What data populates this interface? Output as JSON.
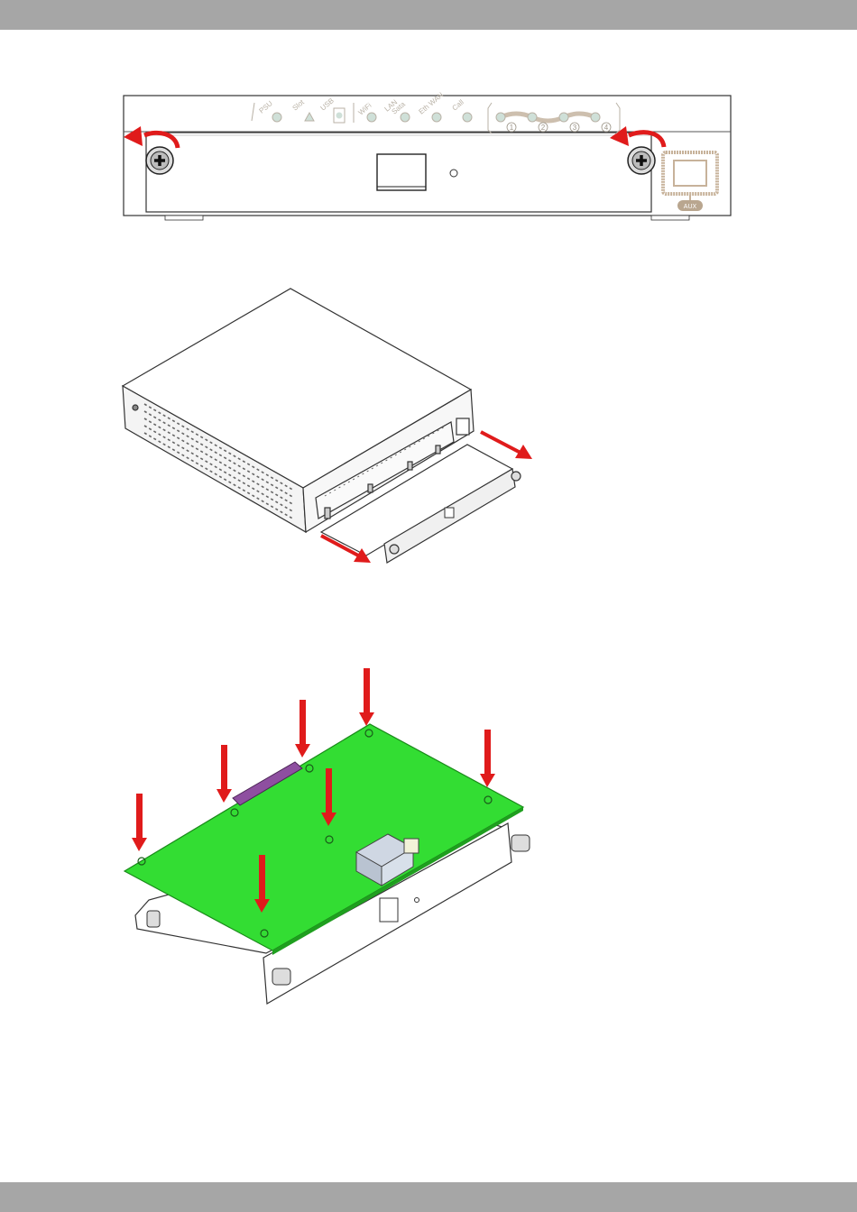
{
  "header": {},
  "footer": {},
  "figure1": {
    "led_labels": {
      "psu": "PSU",
      "slot": "Slot",
      "usb": "USB",
      "wifi": "WiFi",
      "lan": "LAN",
      "lan_sub": "Sata",
      "eth_wan": "Eth WAN",
      "call": "Call"
    },
    "signal_numbers": [
      "1",
      "2",
      "3",
      "4"
    ],
    "aux_label": "AUX"
  },
  "figure2": {},
  "figure3": {},
  "colors": {
    "arrow": "#e01b1b",
    "pcb": "#33dd33",
    "bar": "#a6a6a6",
    "led": "#cfe0d8",
    "aux_bezel": "#c7b29a"
  }
}
